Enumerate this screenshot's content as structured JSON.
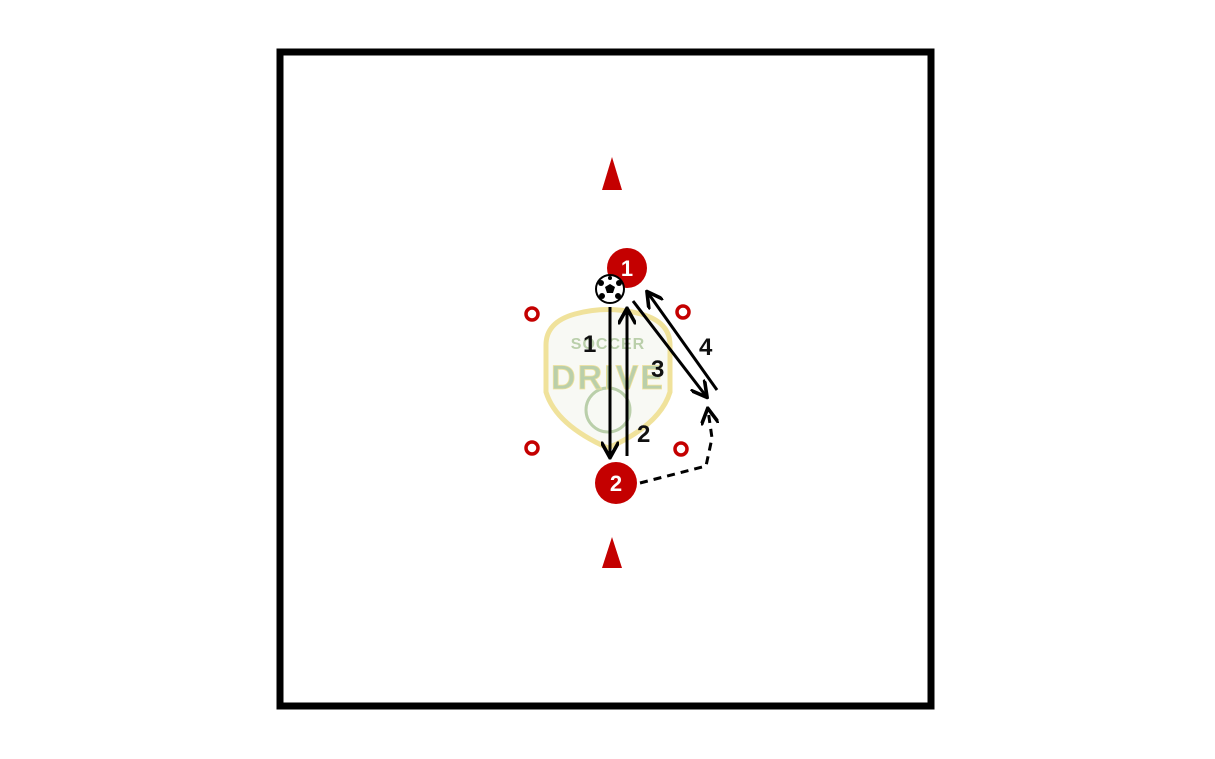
{
  "diagram": {
    "colors": {
      "field_border": "#000000",
      "field_fill": "#ffffff",
      "player": "#c40000",
      "cone": "#c40000",
      "marker": "#c40000",
      "arrow": "#000000",
      "watermark_green": "#a3bf8e",
      "watermark_gold": "#ecd97a"
    },
    "players": [
      {
        "id": "player-1",
        "label": "1"
      },
      {
        "id": "player-2",
        "label": "2"
      }
    ],
    "passes": [
      {
        "id": "pass-1",
        "label": "1",
        "type": "pass"
      },
      {
        "id": "pass-2",
        "label": "2",
        "type": "pass"
      },
      {
        "id": "pass-3",
        "label": "3",
        "type": "pass"
      },
      {
        "id": "pass-4",
        "label": "4",
        "type": "pass"
      }
    ],
    "runs": [
      {
        "id": "run-player-2",
        "type": "dribble-dashed"
      }
    ],
    "cones": [
      {
        "id": "cone-top",
        "icon": "cone-icon"
      },
      {
        "id": "cone-bottom",
        "icon": "cone-icon"
      }
    ],
    "markers": [
      {
        "id": "marker-top-left",
        "icon": "disc-marker-icon"
      },
      {
        "id": "marker-top-right",
        "icon": "disc-marker-icon"
      },
      {
        "id": "marker-bottom-left",
        "icon": "disc-marker-icon"
      },
      {
        "id": "marker-bottom-right",
        "icon": "disc-marker-icon"
      }
    ],
    "ball": {
      "icon": "soccer-ball-icon"
    },
    "watermark": {
      "line1": "SOCCER",
      "line2": "DRIVE"
    }
  }
}
